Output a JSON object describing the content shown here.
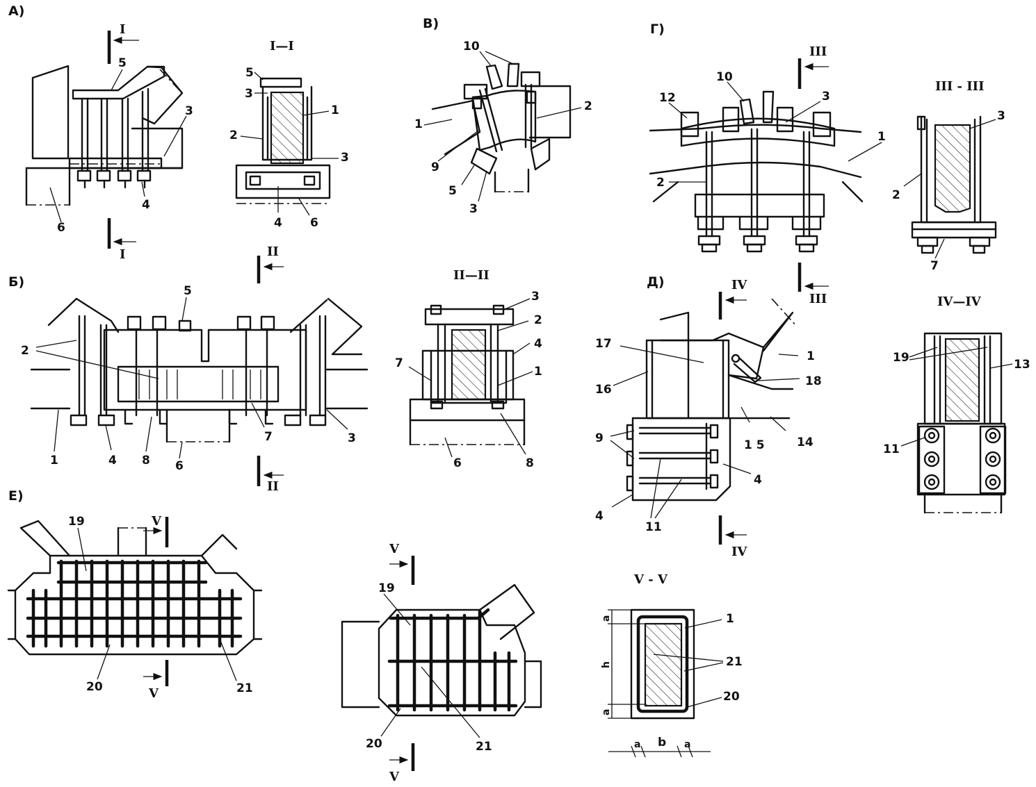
{
  "panels": {
    "a": "А)",
    "b": "Б)",
    "v": "В)",
    "g": "Г)",
    "d": "Д)",
    "e": "Е)"
  },
  "sections": {
    "s1": "I—I",
    "s2": "II—II",
    "s3": "III - III",
    "s4": "IV—IV",
    "s5": "V - V"
  },
  "cut_marks": {
    "i_top": "I",
    "i_bottom": "I",
    "ii_top": "II",
    "ii_bottom": "II",
    "iii_top": "III",
    "iii_bottom": "III",
    "iv_top": "IV",
    "iv_bottom": "IV",
    "v_e_top": "V",
    "v_e_bottom": "V",
    "v_mid_top": "V",
    "v_mid_bottom": "V"
  },
  "callouts": {
    "a_5": "5",
    "a_3": "3",
    "a_4": "4",
    "a_6": "6",
    "s1_5": "5",
    "s1_3a": "3",
    "s1_1": "1",
    "s1_2": "2",
    "s1_3b": "3",
    "s1_4": "4",
    "s1_6": "6",
    "v_10": "10",
    "v_2": "2",
    "v_1": "1",
    "v_9": "9",
    "v_5": "5",
    "v_3": "3",
    "g_12": "12",
    "g_10": "10",
    "g_3": "3",
    "g_1": "1",
    "g_2": "2",
    "s3_3": "3",
    "s3_2": "2",
    "s3_7": "7",
    "b_2": "2",
    "b_5": "5",
    "b_1": "1",
    "b_4": "4",
    "b_8": "8",
    "b_6": "6",
    "b_7": "7",
    "b_3": "3",
    "s2_3": "3",
    "s2_2": "2",
    "s2_4": "4",
    "s2_7": "7",
    "s2_1": "1",
    "s2_6": "6",
    "s2_8": "8",
    "d_17": "17",
    "d_16": "16",
    "d_1": "1",
    "d_18": "18",
    "d_9": "9",
    "d_15": "1 5",
    "d_14": "14",
    "d_4a": "4",
    "d_4b": "4",
    "d_11": "11",
    "s4_19": "19",
    "s4_13": "13",
    "s4_11": "11",
    "e_19": "19",
    "e_20": "20",
    "e_21": "21",
    "m_19": "19",
    "m_20": "20",
    "m_21": "21",
    "s5_1": "1",
    "s5_21": "21",
    "s5_20": "20"
  },
  "dimensions": {
    "a_top": "a",
    "h": "h",
    "a_bottom": "a",
    "a_left": "a",
    "b": "b",
    "a_right": "a"
  }
}
